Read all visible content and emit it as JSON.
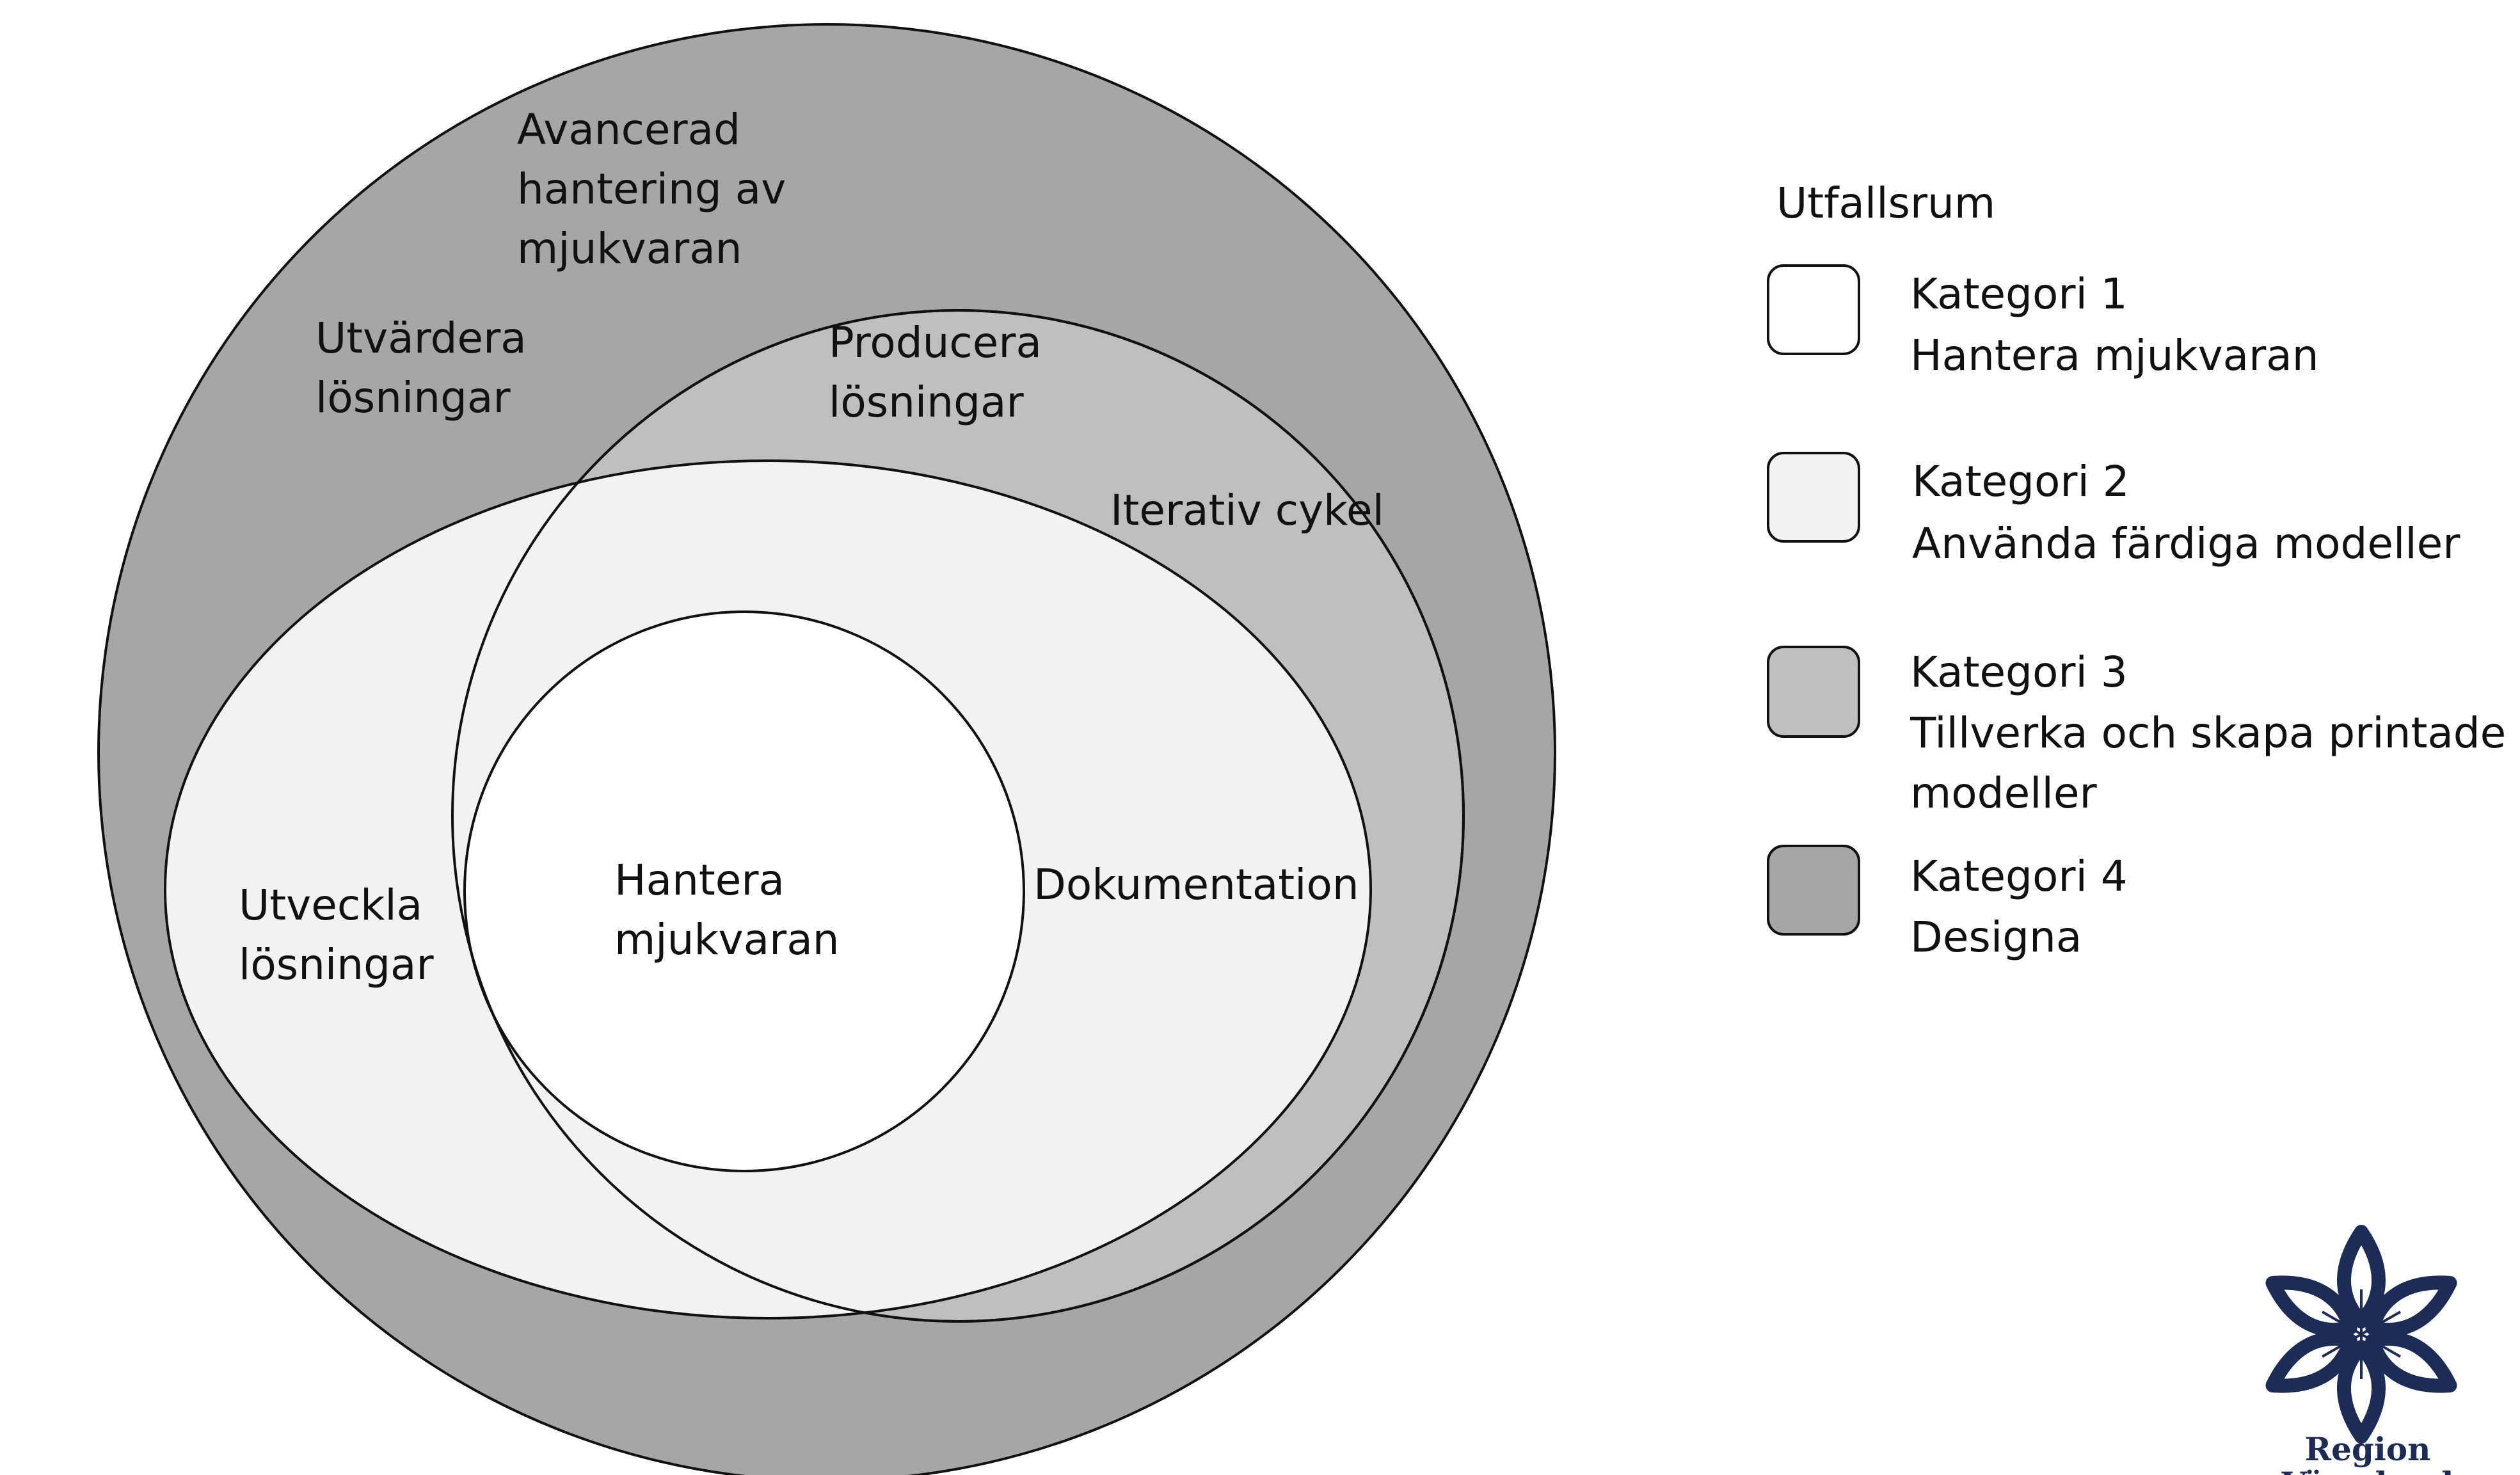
{
  "diagram": {
    "regions": {
      "outer_circle": {
        "fill": "#a6a6a6",
        "labels": {
          "advanced": [
            "Avancerad",
            "hantering av",
            "mjukvaran"
          ],
          "evaluate": [
            "Utvärdera",
            "lösningar"
          ]
        }
      },
      "middle_circle": {
        "fill": "#bfbfbf",
        "labels": {
          "produce": [
            "Producera",
            "lösningar"
          ],
          "iterative": [
            "Iterativ cykel"
          ]
        }
      },
      "ellipse": {
        "fill": "#f2f2f2",
        "labels": {
          "develop": [
            "Utveckla",
            "lösningar"
          ],
          "documentation": [
            "Dokumentation"
          ]
        }
      },
      "inner_circle": {
        "fill": "#ffffff",
        "labels": {
          "manage": [
            "Hantera",
            "mjukvaran"
          ]
        }
      }
    }
  },
  "legend": {
    "title": "Utfallsrum",
    "items": [
      {
        "name": "Kategori 1",
        "lines": [
          "Hantera mjukvaran"
        ],
        "color": "#ffffff"
      },
      {
        "name": "Kategori 2",
        "lines": [
          "Använda färdiga modeller"
        ],
        "color": "#f2f2f2"
      },
      {
        "name": "Kategori 3",
        "lines": [
          "Tillverka och skapa printade",
          "modeller"
        ],
        "color": "#bfbfbf"
      },
      {
        "name": "Kategori 4",
        "lines": [
          "Designa"
        ],
        "color": "#a6a6a6"
      }
    ]
  },
  "logo": {
    "text": [
      "Region",
      "Värmland"
    ],
    "color": "#1c2c57"
  }
}
